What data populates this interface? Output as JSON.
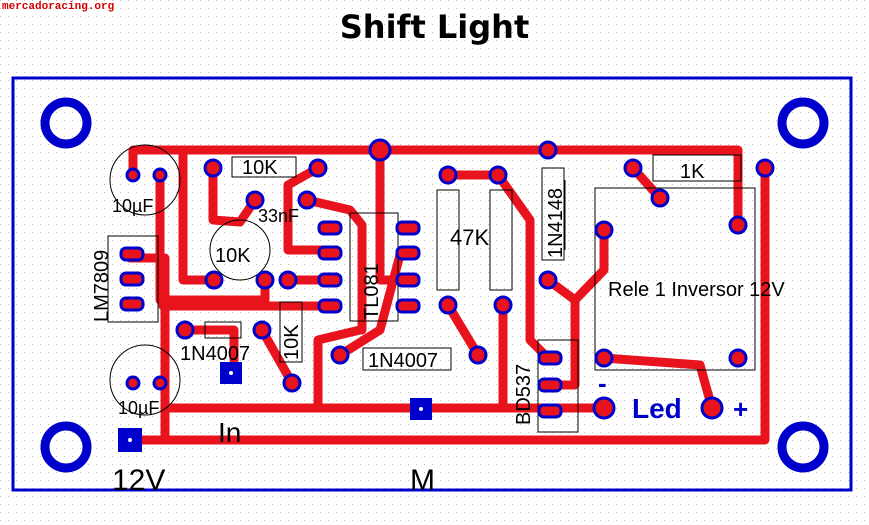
{
  "watermark": "mercadoracing.org",
  "title": "Shift Light",
  "components": {
    "res_10k_top": "10K",
    "cap_33nf": "33nF",
    "cap_10uf_top": "10µF",
    "pot_10k": "10K",
    "reg_lm7809": "LM7809",
    "ic_tl081": "TL081",
    "res_47k": "47K",
    "diode_1n4148": "1N4148",
    "res_1k": "1K",
    "relay": "Rele 1 Inversor 12V",
    "res_10k_vertical": "10K",
    "diode_1n4007_left": "1N4007",
    "diode_1n4007_mid": "1N4007",
    "trans_bd537": "BD537",
    "cap_10uf_bottom": "10µF"
  },
  "connectors": {
    "led_minus": "-",
    "led": "Led",
    "led_plus": "+",
    "in": "In",
    "v12": "12V",
    "m": "M"
  },
  "colors": {
    "trace": "#e8131d",
    "outline": "#0000cc",
    "silk": "#000000",
    "grid": "#c8c8c8"
  }
}
